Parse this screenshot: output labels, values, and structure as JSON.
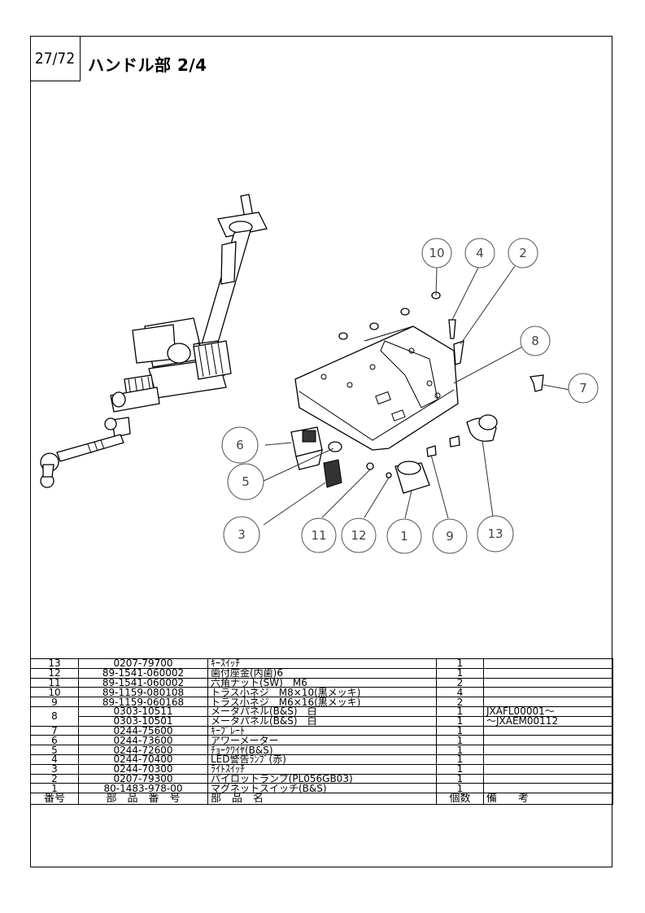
{
  "page_number": "27/72",
  "page_title": "ハンドル部 2/4",
  "callouts": [
    "10",
    "4",
    "2",
    "8",
    "7",
    "6",
    "5",
    "3",
    "11",
    "12",
    "1",
    "9",
    "13"
  ],
  "table": {
    "rows": [
      {
        "no": "13",
        "part_no": "0207-79700",
        "name": "ｷｰｽｲｯﾁ",
        "qty": "1",
        "remarks": ""
      },
      {
        "no": "12",
        "part_no": "89-1541-060002",
        "name": "歯付座金(内歯)6",
        "qty": "1",
        "remarks": ""
      },
      {
        "no": "11",
        "part_no": "89-1541-060002",
        "name": "六角ナット(SW)　M6",
        "qty": "2",
        "remarks": ""
      },
      {
        "no": "10",
        "part_no": "89-1159-080108",
        "name": "トラス小ネジ　M8×10(黒メッキ)",
        "qty": "4",
        "remarks": ""
      },
      {
        "no": "9",
        "part_no": "89-1159-060168",
        "name": "トラス小ネジ　M6×16(黒メッキ)",
        "qty": "2",
        "remarks": ""
      },
      {
        "no": "8",
        "part_no": "0303-10511",
        "name": "メータパネル(B&S)　白",
        "qty": "1",
        "remarks": "JXAFL00001～"
      },
      {
        "no": "",
        "part_no": "0303-10501",
        "name": "メータパネル(B&S)　白",
        "qty": "1",
        "remarks": "～JXAEM00112"
      },
      {
        "no": "7",
        "part_no": "0244-75600",
        "name": "ｷｰﾌﾟﾚｰﾄ",
        "qty": "1",
        "remarks": ""
      },
      {
        "no": "6",
        "part_no": "0244-73600",
        "name": "アワーメーター",
        "qty": "1",
        "remarks": ""
      },
      {
        "no": "5",
        "part_no": "0244-72600",
        "name": "ﾁｮｰｸﾜｲﾔ(B&S)",
        "qty": "1",
        "remarks": ""
      },
      {
        "no": "4",
        "part_no": "0244-70400",
        "name": "LED警告ﾗﾝﾌﾟ(赤)",
        "qty": "1",
        "remarks": ""
      },
      {
        "no": "3",
        "part_no": "0244-70300",
        "name": "ﾗｲﾄｽｲｯﾁ",
        "qty": "1",
        "remarks": ""
      },
      {
        "no": "2",
        "part_no": "0207-79300",
        "name": "パイロットランプ(PL056GB03)",
        "qty": "1",
        "remarks": ""
      },
      {
        "no": "1",
        "part_no": "80-1483-978-00",
        "name": "マグネットスイッチ(B&S)",
        "qty": "1",
        "remarks": ""
      }
    ],
    "header": {
      "no": "番号",
      "part_no": "部　品　番　号",
      "name": "部　品　名",
      "qty": "個数",
      "remarks": "備　　考"
    }
  }
}
